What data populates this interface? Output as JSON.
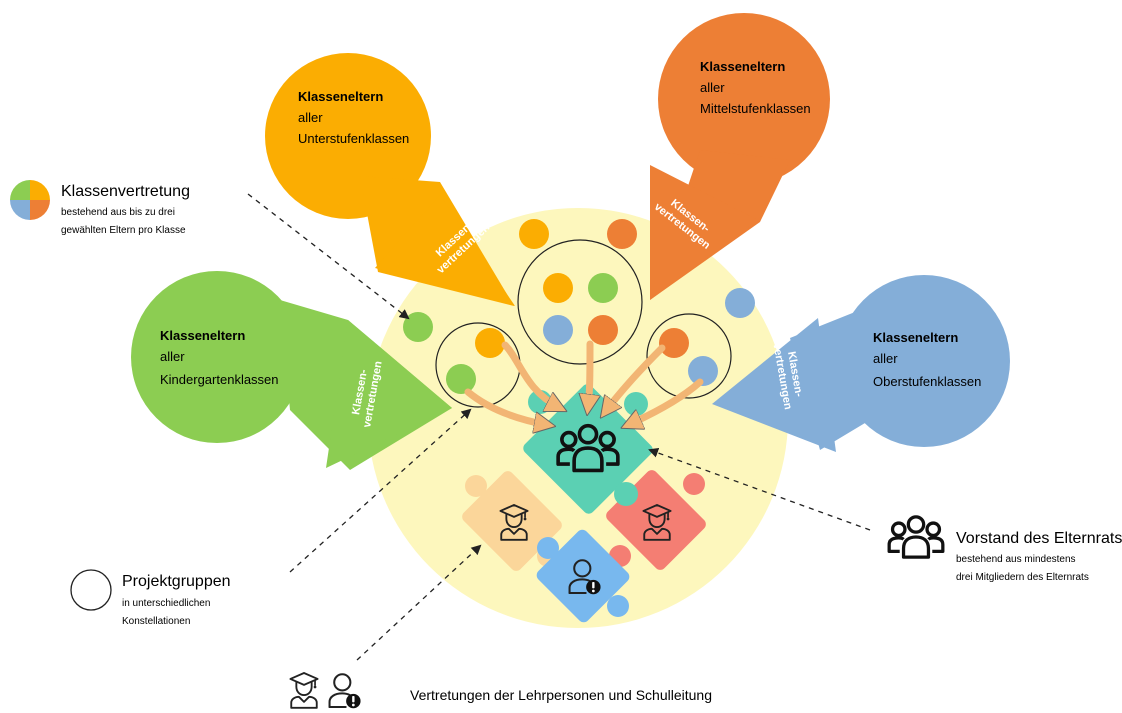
{
  "colors": {
    "background_circle": "#fdf7bd",
    "kindergarten": "#8ccd52",
    "unterstufe": "#fbad02",
    "mittelstufe": "#ed7f35",
    "oberstufe": "#84aed8",
    "vorstand_piece": "#5bd0b3",
    "teacher_piece_peach": "#fbd69a",
    "teacher_piece_red": "#f47e73",
    "leitung_piece": "#78b8ee",
    "curve_arrow": "#f2b574"
  },
  "groups": {
    "unterstufe": {
      "title": "Klasseneltern",
      "line1": "aller",
      "line2": "Unterstufenklassen",
      "arrow_line1": "Klassen-",
      "arrow_line2": "vertretungen"
    },
    "mittelstufe": {
      "title": "Klasseneltern",
      "line1": "aller",
      "line2": "Mittelstufenklassen",
      "arrow_line1": "Klassen-",
      "arrow_line2": "vertretungen"
    },
    "kindergarten": {
      "title": "Klasseneltern",
      "line1": "aller",
      "line2": "Kindergartenklassen",
      "arrow_line1": "Klassen-",
      "arrow_line2": "vertretungen"
    },
    "oberstufe": {
      "title": "Klasseneltern",
      "line1": "aller",
      "line2": "Oberstufenklassen",
      "arrow_line1": "Klassen-",
      "arrow_line2": "vertretungen"
    }
  },
  "legend": {
    "klassenvertretung": {
      "title": "Klassenvertretung",
      "sub1": "bestehend aus bis zu drei",
      "sub2": "gewählten Eltern pro Klasse",
      "icon": "quarter-colored-circle-icon"
    },
    "projektgruppen": {
      "title": "Projektgruppen",
      "sub1": "in unterschiedlichen",
      "sub2": "Konstellationen",
      "icon": "empty-circle-icon"
    },
    "vorstand": {
      "title": "Vorstand des Elternrats",
      "sub1": "bestehend aus mindestens",
      "sub2": "drei Mitgliedern des Elternrats",
      "icon": "group-of-three-people-icon"
    },
    "lehrpersonen": {
      "title": "Vertretungen der Lehrpersonen und Schulleitung",
      "icons": [
        "teacher-graduate-icon",
        "person-alert-icon"
      ]
    }
  }
}
